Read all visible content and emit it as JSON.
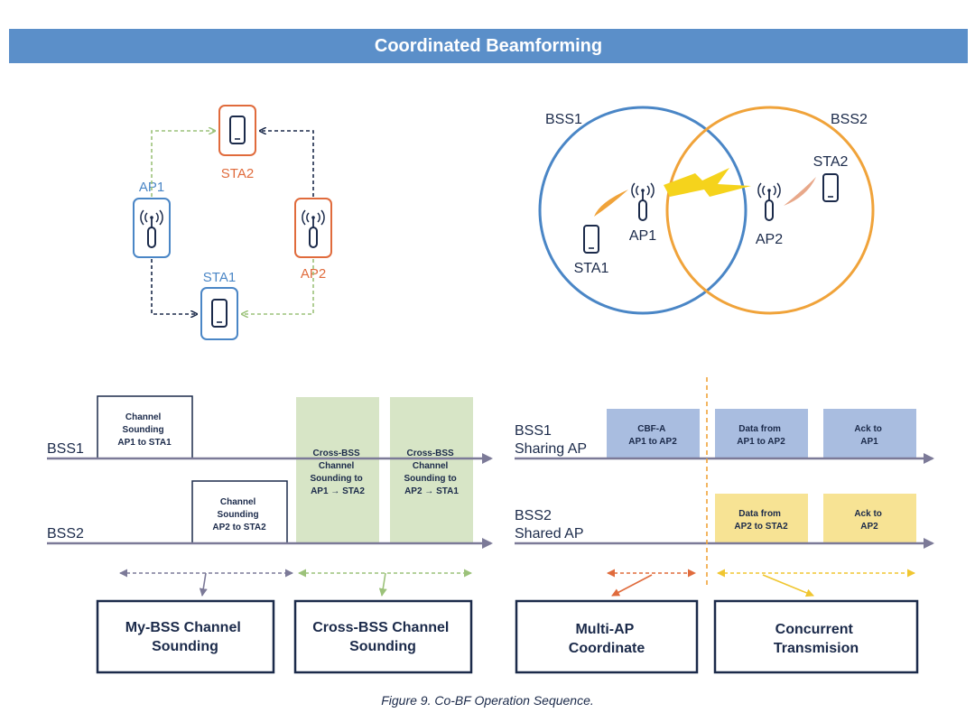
{
  "title": "Coordinated Beamforming",
  "caption": "Figure 9. Co-BF Operation Sequence.",
  "colors": {
    "blue": "#4a86c6",
    "orange": "#e06b3c",
    "bss2_orange": "#f0a33a",
    "green_dash": "#9cc27a",
    "navy": "#1b2a4a",
    "purple_arrow": "#7c7a98",
    "green_block": "#d7e5c6",
    "blue_block": "#a9bde0",
    "yellow_block": "#f7e394",
    "lightning": "#f5d31c"
  },
  "left_diagram": {
    "sta2": "STA2",
    "ap1": "AP1",
    "ap2": "AP2",
    "sta1": "STA1"
  },
  "right_diagram": {
    "bss1": "BSS1",
    "bss2": "BSS2",
    "sta2": "STA2",
    "ap1": "AP1",
    "ap2": "AP2",
    "sta1": "STA1"
  },
  "timeline_left": {
    "bss1": "BSS1",
    "bss2": "BSS2",
    "block1": [
      "Channel",
      "Sounding",
      "AP1 to STA1"
    ],
    "block2": [
      "Channel",
      "Sounding",
      "AP2 to STA2"
    ],
    "block3": [
      "Cross-BSS",
      "Channel",
      "Sounding to",
      "AP1 → STA2"
    ],
    "block4": [
      "Cross-BSS",
      "Channel",
      "Sounding to",
      "AP2 → STA1"
    ]
  },
  "timeline_right": {
    "bss1": [
      "BSS1",
      "Sharing AP"
    ],
    "bss2": [
      "BSS2",
      "Shared AP"
    ],
    "cbf": [
      "CBF-A",
      "AP1 to AP2"
    ],
    "data1": [
      "Data from",
      "AP1 to AP2"
    ],
    "ack1": [
      "Ack to",
      "AP1"
    ],
    "data2": [
      "Data from",
      "AP2 to STA2"
    ],
    "ack2": [
      "Ack to",
      "AP2"
    ]
  },
  "phases": {
    "my_bss": [
      "My-BSS Channel",
      "Sounding"
    ],
    "cross_bss": [
      "Cross-BSS Channel",
      "Sounding"
    ],
    "multi_ap": [
      "Multi-AP",
      "Coordinate"
    ],
    "concurrent": [
      "Concurrent",
      "Transmision"
    ]
  }
}
